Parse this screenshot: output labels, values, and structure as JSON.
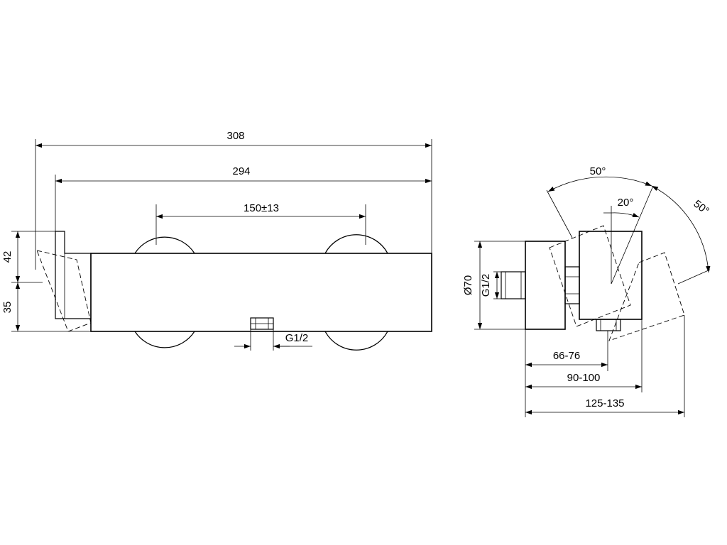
{
  "front_view": {
    "dimensions": {
      "overall_length": "308",
      "body_length": "294",
      "center_distance": "150±13",
      "height_upper": "42",
      "height_lower": "35",
      "outlet_thread": "G1/2"
    }
  },
  "side_view": {
    "dimensions": {
      "angle_left": "50°",
      "angle_small": "20°",
      "angle_right": "50°",
      "diameter": "Ø70",
      "inlet_thread": "G1/2",
      "depth_1": "66-76",
      "depth_2": "90-100",
      "depth_3": "125-135"
    }
  },
  "colors": {
    "line": "#000000",
    "background": "#ffffff"
  }
}
